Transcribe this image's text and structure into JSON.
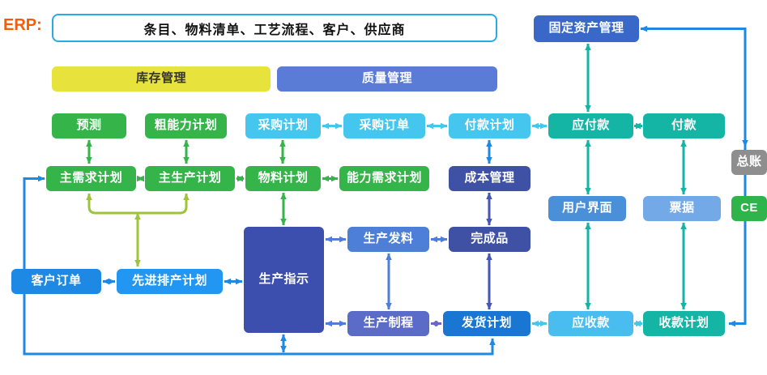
{
  "palette": {
    "orange": "#ff5a00",
    "bannerBorder": "#29abe2",
    "yellow": "#e8e33c",
    "periwinkle": "#5a7bd6",
    "green": "#35b44a",
    "cyan": "#45c6ee",
    "teal": "#14b5a5",
    "gray": "#8e8e8e",
    "indigo": "#3f51a5",
    "uiBlue": "#4a90d9",
    "billsBlue": "#74a9e8",
    "ceGreen": "#2eb44a",
    "prodIndigo": "#3d4fae",
    "medBlue": "#4d7fd9",
    "blue": "#1e88e5",
    "blue2": "#2196f3",
    "slate": "#5b6bc8",
    "shipBlue": "#1976d2",
    "lightBlue": "#49bdf0",
    "fixedAsset": "#3a68c8",
    "yellowGreen": "#9ec43c",
    "purpleArrow": "#6a64cf",
    "indigoArrow": "#4656b4"
  },
  "diagram": {
    "erp_label": "ERP:",
    "banner": "条目、物料清单、工艺流程、客户、供应商",
    "nodes": {
      "fixed_asset": "固定资产管理",
      "inventory": "库存管理",
      "quality": "质量管理",
      "forecast": "预测",
      "rough_capacity": "粗能力计划",
      "purchase_plan": "采购计划",
      "purchase_order": "采购订单",
      "payment_plan": "付款计划",
      "accounts_payable": "应付款",
      "payment": "付款",
      "general_ledger": "总账",
      "master_demand": "主需求计划",
      "master_production": "主生产计划",
      "material_plan": "物料计划",
      "capacity_req": "能力需求计划",
      "cost_mgmt": "成本管理",
      "user_interface": "用户界面",
      "bills": "票据",
      "ce": "CE",
      "production_order": "生产指示",
      "production_issue": "生产发料",
      "finished_goods": "完成品",
      "customer_order": "客户订单",
      "advanced_scheduling": "先进排产计划",
      "production_process": "生产制程",
      "shipping_plan": "发货计划",
      "accounts_receivable": "应收款",
      "collection_plan": "收款计划"
    },
    "edges": [
      {
        "from": "forecast",
        "to": "master_demand",
        "arrows": "both",
        "color": "green"
      },
      {
        "from": "rough_capacity",
        "to": "master_production",
        "arrows": "both",
        "color": "green"
      },
      {
        "from": "master_demand",
        "to": "master_production",
        "arrows": "both",
        "color": "green"
      },
      {
        "from": "master_production",
        "to": "material_plan",
        "arrows": "both",
        "color": "green"
      },
      {
        "from": "material_plan",
        "to": "capacity_req",
        "arrows": "both",
        "color": "green"
      },
      {
        "from": "purchase_plan",
        "to": "material_plan",
        "arrows": "both",
        "color": "green"
      },
      {
        "from": "material_plan",
        "to": "production_order",
        "arrows": "both",
        "color": "green"
      },
      {
        "from": "master_demand",
        "to": "advanced_scheduling",
        "arrows": "both",
        "color": "yellowGreen",
        "note": "via bracket"
      },
      {
        "from": "master_production",
        "to": "advanced_scheduling",
        "arrows": "both",
        "color": "yellowGreen",
        "note": "via bracket"
      },
      {
        "from": "purchase_plan",
        "to": "purchase_order",
        "arrows": "both",
        "color": "cyan"
      },
      {
        "from": "purchase_order",
        "to": "payment_plan",
        "arrows": "both",
        "color": "cyan"
      },
      {
        "from": "payment_plan",
        "to": "accounts_payable",
        "arrows": "both",
        "color": "cyan"
      },
      {
        "from": "accounts_payable",
        "to": "payment",
        "arrows": "both",
        "color": "teal"
      },
      {
        "from": "fixed_asset",
        "to": "accounts_payable",
        "arrows": "both",
        "color": "teal"
      },
      {
        "from": "accounts_payable",
        "to": "user_interface",
        "arrows": "both",
        "color": "teal"
      },
      {
        "from": "user_interface",
        "to": "accounts_receivable",
        "arrows": "both",
        "color": "teal"
      },
      {
        "from": "payment",
        "to": "bills",
        "arrows": "both",
        "color": "teal"
      },
      {
        "from": "bills",
        "to": "collection_plan",
        "arrows": "both",
        "color": "teal"
      },
      {
        "from": "payment_plan",
        "to": "cost_mgmt",
        "arrows": "both",
        "color": "blue"
      },
      {
        "from": "cost_mgmt",
        "to": "finished_goods",
        "arrows": "both",
        "color": "indigoArrow"
      },
      {
        "from": "finished_goods",
        "to": "shipping_plan",
        "arrows": "both",
        "color": "indigoArrow"
      },
      {
        "from": "production_order",
        "to": "production_issue",
        "arrows": "both",
        "color": "medBlue"
      },
      {
        "from": "production_issue",
        "to": "finished_goods",
        "arrows": "both",
        "color": "medBlue"
      },
      {
        "from": "production_order",
        "to": "production_process",
        "arrows": "both",
        "color": "medBlue"
      },
      {
        "from": "production_issue",
        "to": "production_process",
        "arrows": "both",
        "color": "medBlue"
      },
      {
        "from": "production_process",
        "to": "shipping_plan",
        "arrows": "both",
        "color": "purpleArrow"
      },
      {
        "from": "shipping_plan",
        "to": "accounts_receivable",
        "arrows": "both",
        "color": "cyan"
      },
      {
        "from": "accounts_receivable",
        "to": "collection_plan",
        "arrows": "both",
        "color": "cyan"
      },
      {
        "from": "customer_order",
        "to": "advanced_scheduling",
        "arrows": "both",
        "color": "blue"
      },
      {
        "from": "advanced_scheduling",
        "to": "production_order",
        "arrows": "both",
        "color": "blue"
      },
      {
        "from": "production_order",
        "to": "shipping_plan",
        "arrows": "both",
        "color": "blue",
        "note": "via bottom feedback line"
      },
      {
        "from": "shipping_plan",
        "to": "master_demand",
        "arrows": "both",
        "color": "blue",
        "note": "bottom-left feedback loop"
      },
      {
        "from": "fixed_asset",
        "to": "general_ledger",
        "arrows": "end",
        "color": "blue",
        "note": "right-side loop"
      },
      {
        "from": "fixed_asset",
        "to": "collection_plan",
        "arrows": "both",
        "color": "blue",
        "note": "right-side loop"
      }
    ]
  }
}
